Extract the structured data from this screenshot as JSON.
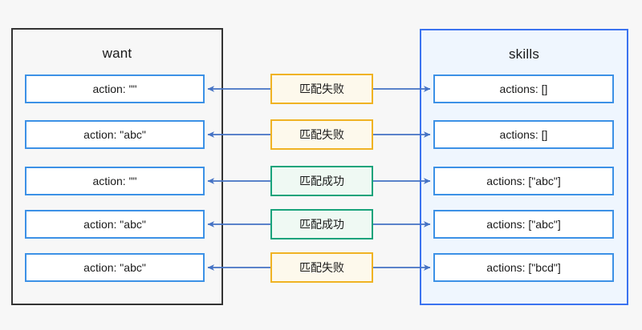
{
  "diagram": {
    "background_color": "#f7f7f7",
    "accent_blue": "#3c91e6",
    "arrow_color": "#4472c4",
    "fail_border": "#f0b323",
    "fail_fill": "#fdf9ec",
    "ok_border": "#19a37b",
    "ok_fill": "#eff9f3"
  },
  "left_panel": {
    "title": "want",
    "border_color": "#333333",
    "items": [
      {
        "label": "action: \"\""
      },
      {
        "label": "action: \"abc\""
      },
      {
        "label": "action: \"\""
      },
      {
        "label": "action: \"abc\""
      },
      {
        "label": "action: \"abc\""
      }
    ]
  },
  "right_panel": {
    "title": "skills",
    "border_color": "#3b73f0",
    "items": [
      {
        "label": "actions: []"
      },
      {
        "label": "actions: []"
      },
      {
        "label": "actions: [\"abc\"]"
      },
      {
        "label": "actions: [\"abc\"]"
      },
      {
        "label": "actions: [\"bcd\"]"
      }
    ]
  },
  "status_boxes": [
    {
      "label": "匹配失败",
      "state": "fail"
    },
    {
      "label": "匹配失败",
      "state": "fail"
    },
    {
      "label": "匹配成功",
      "state": "ok"
    },
    {
      "label": "匹配成功",
      "state": "ok"
    },
    {
      "label": "匹配失败",
      "state": "fail"
    }
  ]
}
